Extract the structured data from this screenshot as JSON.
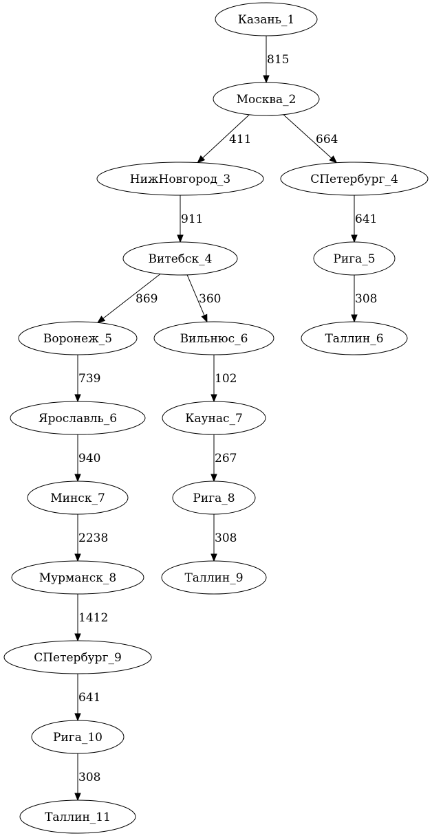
{
  "graph": {
    "nodes": [
      {
        "id": "n1",
        "label": "Казань_1"
      },
      {
        "id": "n2",
        "label": "Москва_2"
      },
      {
        "id": "n3",
        "label": "НижНовгород_3"
      },
      {
        "id": "n4",
        "label": "СПетербург_4"
      },
      {
        "id": "n5",
        "label": "Витебск_4"
      },
      {
        "id": "n6",
        "label": "Рига_5"
      },
      {
        "id": "n7",
        "label": "Воронеж_5"
      },
      {
        "id": "n8",
        "label": "Вильнюс_6"
      },
      {
        "id": "n9",
        "label": "Таллин_6"
      },
      {
        "id": "n10",
        "label": "Ярославль_6"
      },
      {
        "id": "n11",
        "label": "Каунас_7"
      },
      {
        "id": "n12",
        "label": "Минск_7"
      },
      {
        "id": "n13",
        "label": "Рига_8"
      },
      {
        "id": "n14",
        "label": "Мурманск_8"
      },
      {
        "id": "n15",
        "label": "Таллин_9"
      },
      {
        "id": "n16",
        "label": "СПетербург_9"
      },
      {
        "id": "n17",
        "label": "Рига_10"
      },
      {
        "id": "n18",
        "label": "Таллин_11"
      }
    ],
    "edges": [
      {
        "from": "n1",
        "to": "n2",
        "label": "815"
      },
      {
        "from": "n2",
        "to": "n3",
        "label": "411"
      },
      {
        "from": "n2",
        "to": "n4",
        "label": "664"
      },
      {
        "from": "n3",
        "to": "n5",
        "label": "911"
      },
      {
        "from": "n4",
        "to": "n6",
        "label": "641"
      },
      {
        "from": "n5",
        "to": "n7",
        "label": "869"
      },
      {
        "from": "n5",
        "to": "n8",
        "label": "360"
      },
      {
        "from": "n6",
        "to": "n9",
        "label": "308"
      },
      {
        "from": "n7",
        "to": "n10",
        "label": "739"
      },
      {
        "from": "n8",
        "to": "n11",
        "label": "102"
      },
      {
        "from": "n10",
        "to": "n12",
        "label": "940"
      },
      {
        "from": "n11",
        "to": "n13",
        "label": "267"
      },
      {
        "from": "n12",
        "to": "n14",
        "label": "2238"
      },
      {
        "from": "n13",
        "to": "n15",
        "label": "308"
      },
      {
        "from": "n14",
        "to": "n16",
        "label": "1412"
      },
      {
        "from": "n16",
        "to": "n17",
        "label": "641"
      },
      {
        "from": "n17",
        "to": "n18",
        "label": "308"
      }
    ]
  }
}
